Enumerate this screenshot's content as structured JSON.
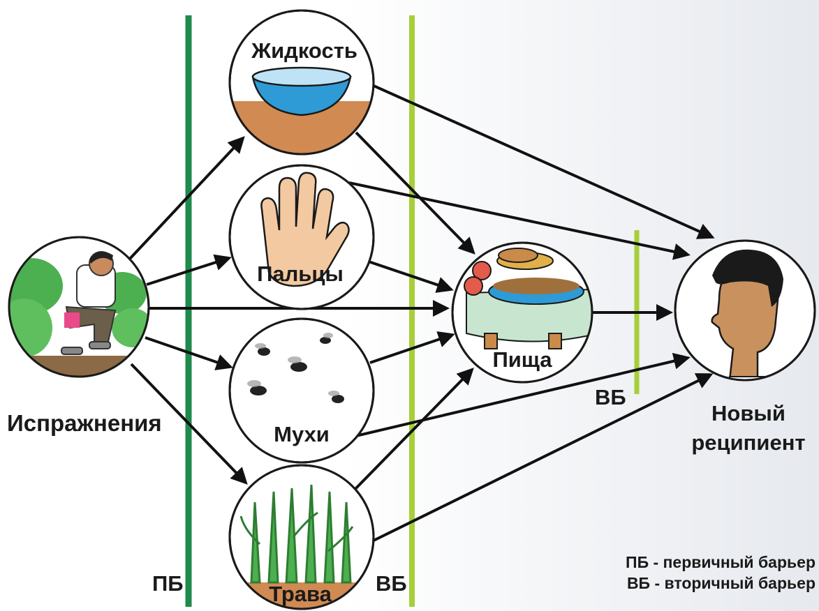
{
  "nodes": {
    "source": "Испражнения",
    "liquid": "Жидкость",
    "fingers": "Пальцы",
    "flies": "Мухи",
    "grass": "Трава",
    "food": "Пища",
    "recipient_line1": "Новый",
    "recipient_line2": "реципиент"
  },
  "barriers": {
    "primary_short": "ПБ",
    "secondary_short": "ВБ",
    "secondary_short_mid": "ВБ",
    "secondary_short_right": "ВБ"
  },
  "legend": {
    "line1": "ПБ - первичный барьер",
    "line2": "ВБ - вторичный барьер"
  },
  "colors": {
    "primary_barrier": "#1f8a4c",
    "secondary_barrier": "#a6cf3a",
    "bowl_blue": "#2e9bd6",
    "table_brown": "#c98a4a",
    "skin": "#f3c9a1",
    "plant_green": "#4caf50"
  }
}
